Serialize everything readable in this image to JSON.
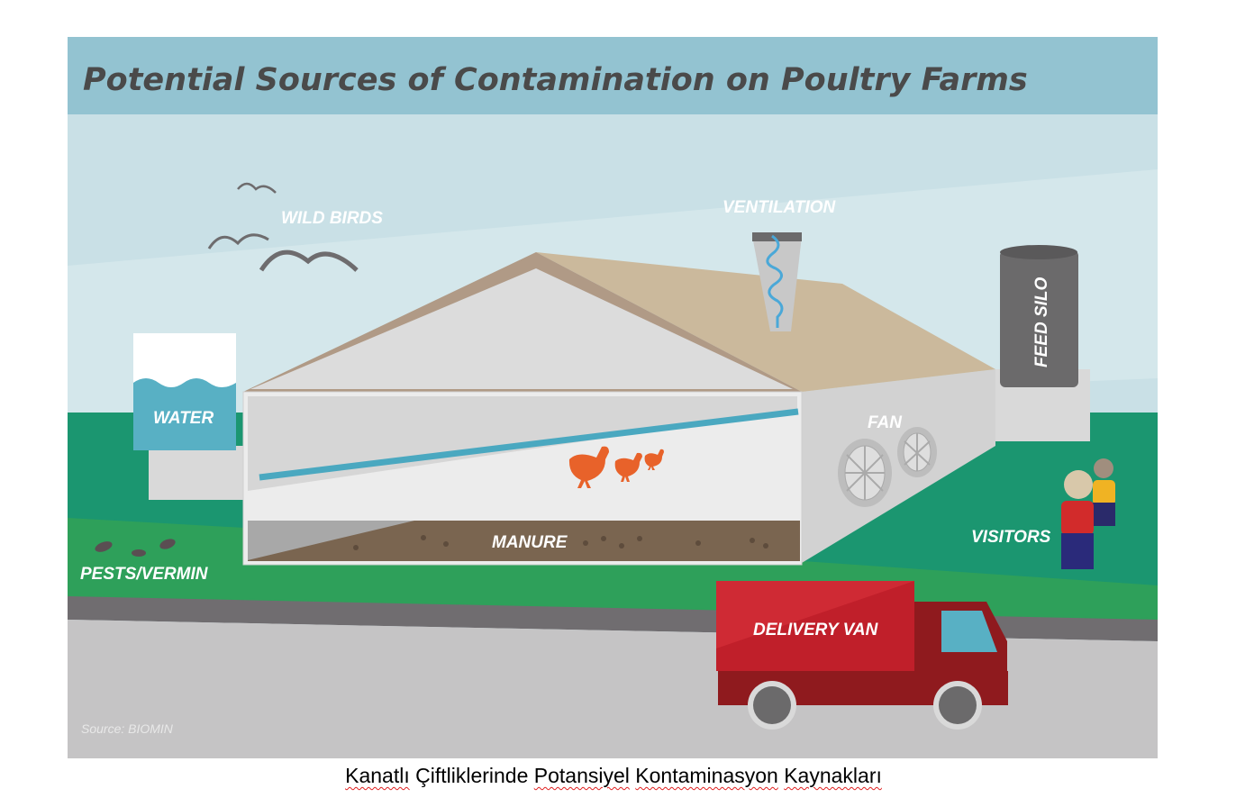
{
  "figure": {
    "title": "Potential Sources of Contamination on Poultry Farms",
    "labels": {
      "wild_birds": "WILD BIRDS",
      "ventilation": "VENTILATION",
      "water": "WATER",
      "feed_silo": "FEED SILO",
      "fan": "FAN",
      "manure": "MANURE",
      "visitors": "VISITORS",
      "pests": "PESTS/VERMIN",
      "delivery_van": "DELIVERY VAN"
    },
    "source": "Source: BIOMIN",
    "colors": {
      "title_band": "#93c3d1",
      "sky": "#c9e0e6",
      "grass_dark": "#1b9670",
      "grass_light": "#2ea05a",
      "road": "#c5c4c5",
      "roof": "#cbb99c",
      "water": "#58b0c4",
      "truck": "#c01f2a",
      "chicken": "#e8622a"
    }
  },
  "caption": {
    "words": [
      "Kanatlı",
      "Çiftliklerinde",
      "Potansiyel",
      "Kontaminasyon",
      "Kaynakları"
    ]
  }
}
